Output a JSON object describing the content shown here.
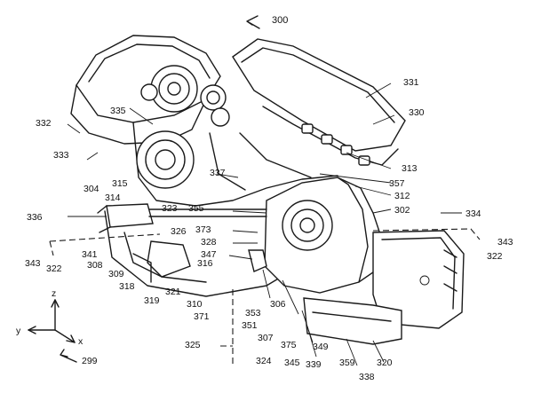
{
  "figure": {
    "reference_number": "300",
    "axes": {
      "z": "z",
      "y": "y",
      "x": "x",
      "ref": "299"
    },
    "labels": [
      "300",
      "331",
      "330",
      "332",
      "335",
      "333",
      "313",
      "357",
      "312",
      "302",
      "304",
      "315",
      "314",
      "323",
      "355",
      "373",
      "336",
      "334",
      "326",
      "328",
      "347",
      "343",
      "322",
      "341",
      "308",
      "309",
      "318",
      "319",
      "321",
      "316",
      "310",
      "371",
      "353",
      "351",
      "306",
      "307",
      "375",
      "349",
      "359",
      "320",
      "345",
      "339",
      "338",
      "324",
      "325",
      "337"
    ]
  }
}
